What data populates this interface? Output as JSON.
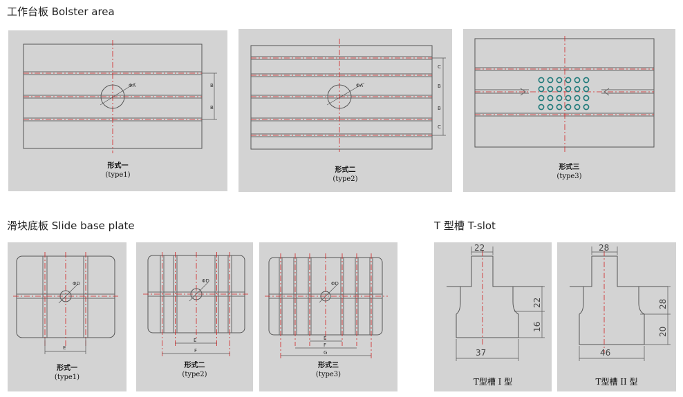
{
  "headings": {
    "bolster": "工作台板 Bolster area",
    "slide": "滑块底板 Slide base plate",
    "tslot": "T 型槽 T-slot"
  },
  "bolster_panels": [
    {
      "cn": "形式一",
      "en": "(type1)"
    },
    {
      "cn": "形式二",
      "en": "(type2)"
    },
    {
      "cn": "形式三",
      "en": "(type3)"
    }
  ],
  "slide_panels": [
    {
      "cn": "形式一",
      "en": "(type1)"
    },
    {
      "cn": "形式二",
      "en": "(type2)"
    },
    {
      "cn": "形式三",
      "en": "(type3)"
    }
  ],
  "tslot_panels": [
    {
      "caption": "T型槽  I 型",
      "top_width": "22",
      "upper_height": "22",
      "lower_height": "16",
      "bottom_width": "37"
    },
    {
      "caption": "T型槽  II 型",
      "top_width": "28",
      "upper_height": "28",
      "lower_height": "20",
      "bottom_width": "46"
    }
  ],
  "dim_labels": {
    "A": "ΦA",
    "B": "B",
    "C": "C",
    "D": "ΦD",
    "E": "E",
    "F": "F",
    "G": "G"
  },
  "colors": {
    "panel": "#d3d3d3",
    "centerline": "#d32020",
    "hole": "#1f7a7a"
  }
}
